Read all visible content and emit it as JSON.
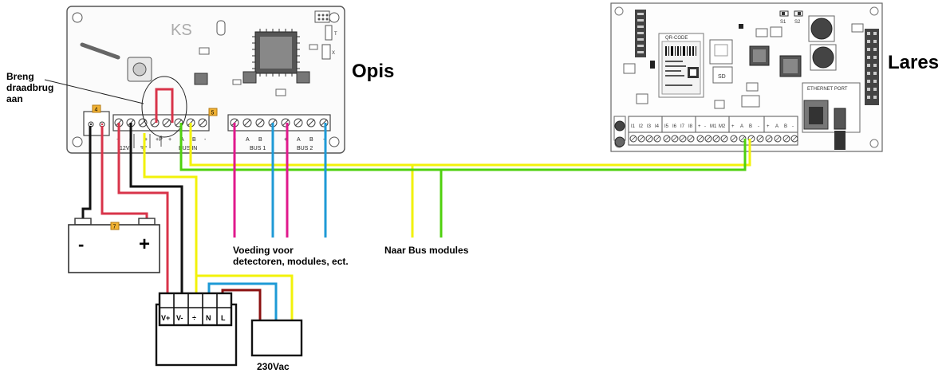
{
  "labels": {
    "opis": "Opis",
    "lares": "Lares",
    "bridge_note": [
      "Breng",
      "draadbrug",
      "aan"
    ],
    "power_note": [
      "Voeding voor",
      "detectoren, modules, ect."
    ],
    "bus_note": "Naar Bus modules",
    "mains": "230Vac"
  },
  "opis_board": {
    "logo": "KS",
    "terminal_labels": [
      "+",
      "-",
      "+",
      "+P",
      "+",
      "A",
      "B",
      "-",
      "+",
      "A",
      "B",
      "-",
      "+",
      "A",
      "B",
      "-"
    ],
    "group_labels": [
      "12V",
      "BUS IN",
      "BUS 1",
      "BUS 2"
    ],
    "badges": [
      "4",
      "5"
    ],
    "aux_letters": [
      "T",
      "X"
    ]
  },
  "battery": {
    "minus": "-",
    "plus": "+",
    "badge": "7"
  },
  "psu": {
    "terminals": [
      "V+",
      "V-",
      "÷",
      "N",
      "L"
    ]
  },
  "lares_board": {
    "qr_label": "QR-CODE",
    "sd_label": "SD",
    "ethernet_label": "ETHERNET PORT",
    "switches": [
      "S1",
      "S2"
    ],
    "input_labels": [
      "I1",
      "I2",
      "I3",
      "I4",
      "I5",
      "I6",
      "I7",
      "I8"
    ],
    "bus_labels": [
      "+",
      "-",
      "M1",
      "M2",
      "+",
      "A",
      "B",
      "-",
      "+",
      "A",
      "B",
      "-"
    ]
  },
  "colors": {
    "red": "#d8344a",
    "dark_red": "#8b1010",
    "black": "#111111",
    "yellow": "#f2f20a",
    "green": "#4fd10e",
    "magenta": "#e0198c",
    "blue": "#1e9ad6"
  }
}
